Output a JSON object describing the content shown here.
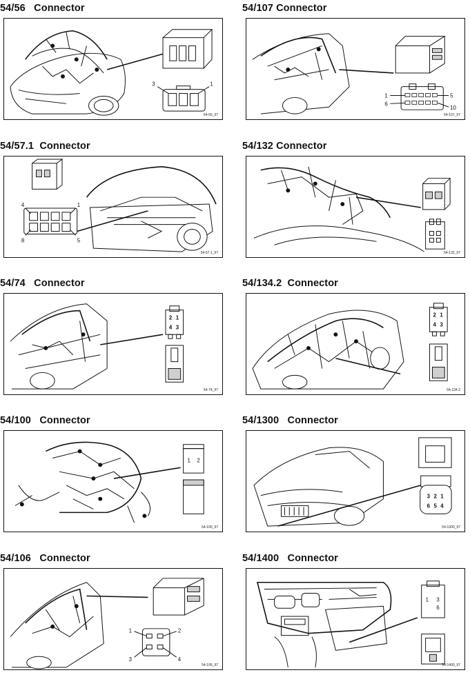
{
  "panels": [
    {
      "title": "54/56   Connector",
      "ref": "54-56_97",
      "pins": [
        "3",
        "1"
      ]
    },
    {
      "title": "54/107 Connector",
      "ref": "54-107_97",
      "pins": [
        "1",
        "5",
        "6",
        "10"
      ]
    },
    {
      "title": "54/57.1  Connector",
      "ref": "54-57.1_97",
      "pins": [
        "4",
        "1",
        "8",
        "5"
      ]
    },
    {
      "title": "54/132 Connector",
      "ref": "54-132_97",
      "pins": []
    },
    {
      "title": "54/74   Connector",
      "ref": "54-74_97",
      "pins": [
        "2",
        "1",
        "4",
        "3"
      ]
    },
    {
      "title": "54/134.2  Connector",
      "ref": "54-134.2",
      "pins": [
        "2",
        "1",
        "4",
        "3"
      ]
    },
    {
      "title": "54/100   Connector",
      "ref": "54-100_97",
      "pins": [
        "1",
        "2"
      ]
    },
    {
      "title": "54/1300   Connector",
      "ref": "54-1300_97",
      "pins": [
        "3",
        "2",
        "1",
        "6",
        "5",
        "4"
      ]
    },
    {
      "title": "54/106   Connector",
      "ref": "54-106_97",
      "pins": [
        "1",
        "2",
        "3",
        "4"
      ]
    },
    {
      "title": "54/1400   Connector",
      "ref": "54-1400_97",
      "pins": [
        "1",
        "3",
        "6"
      ]
    }
  ]
}
